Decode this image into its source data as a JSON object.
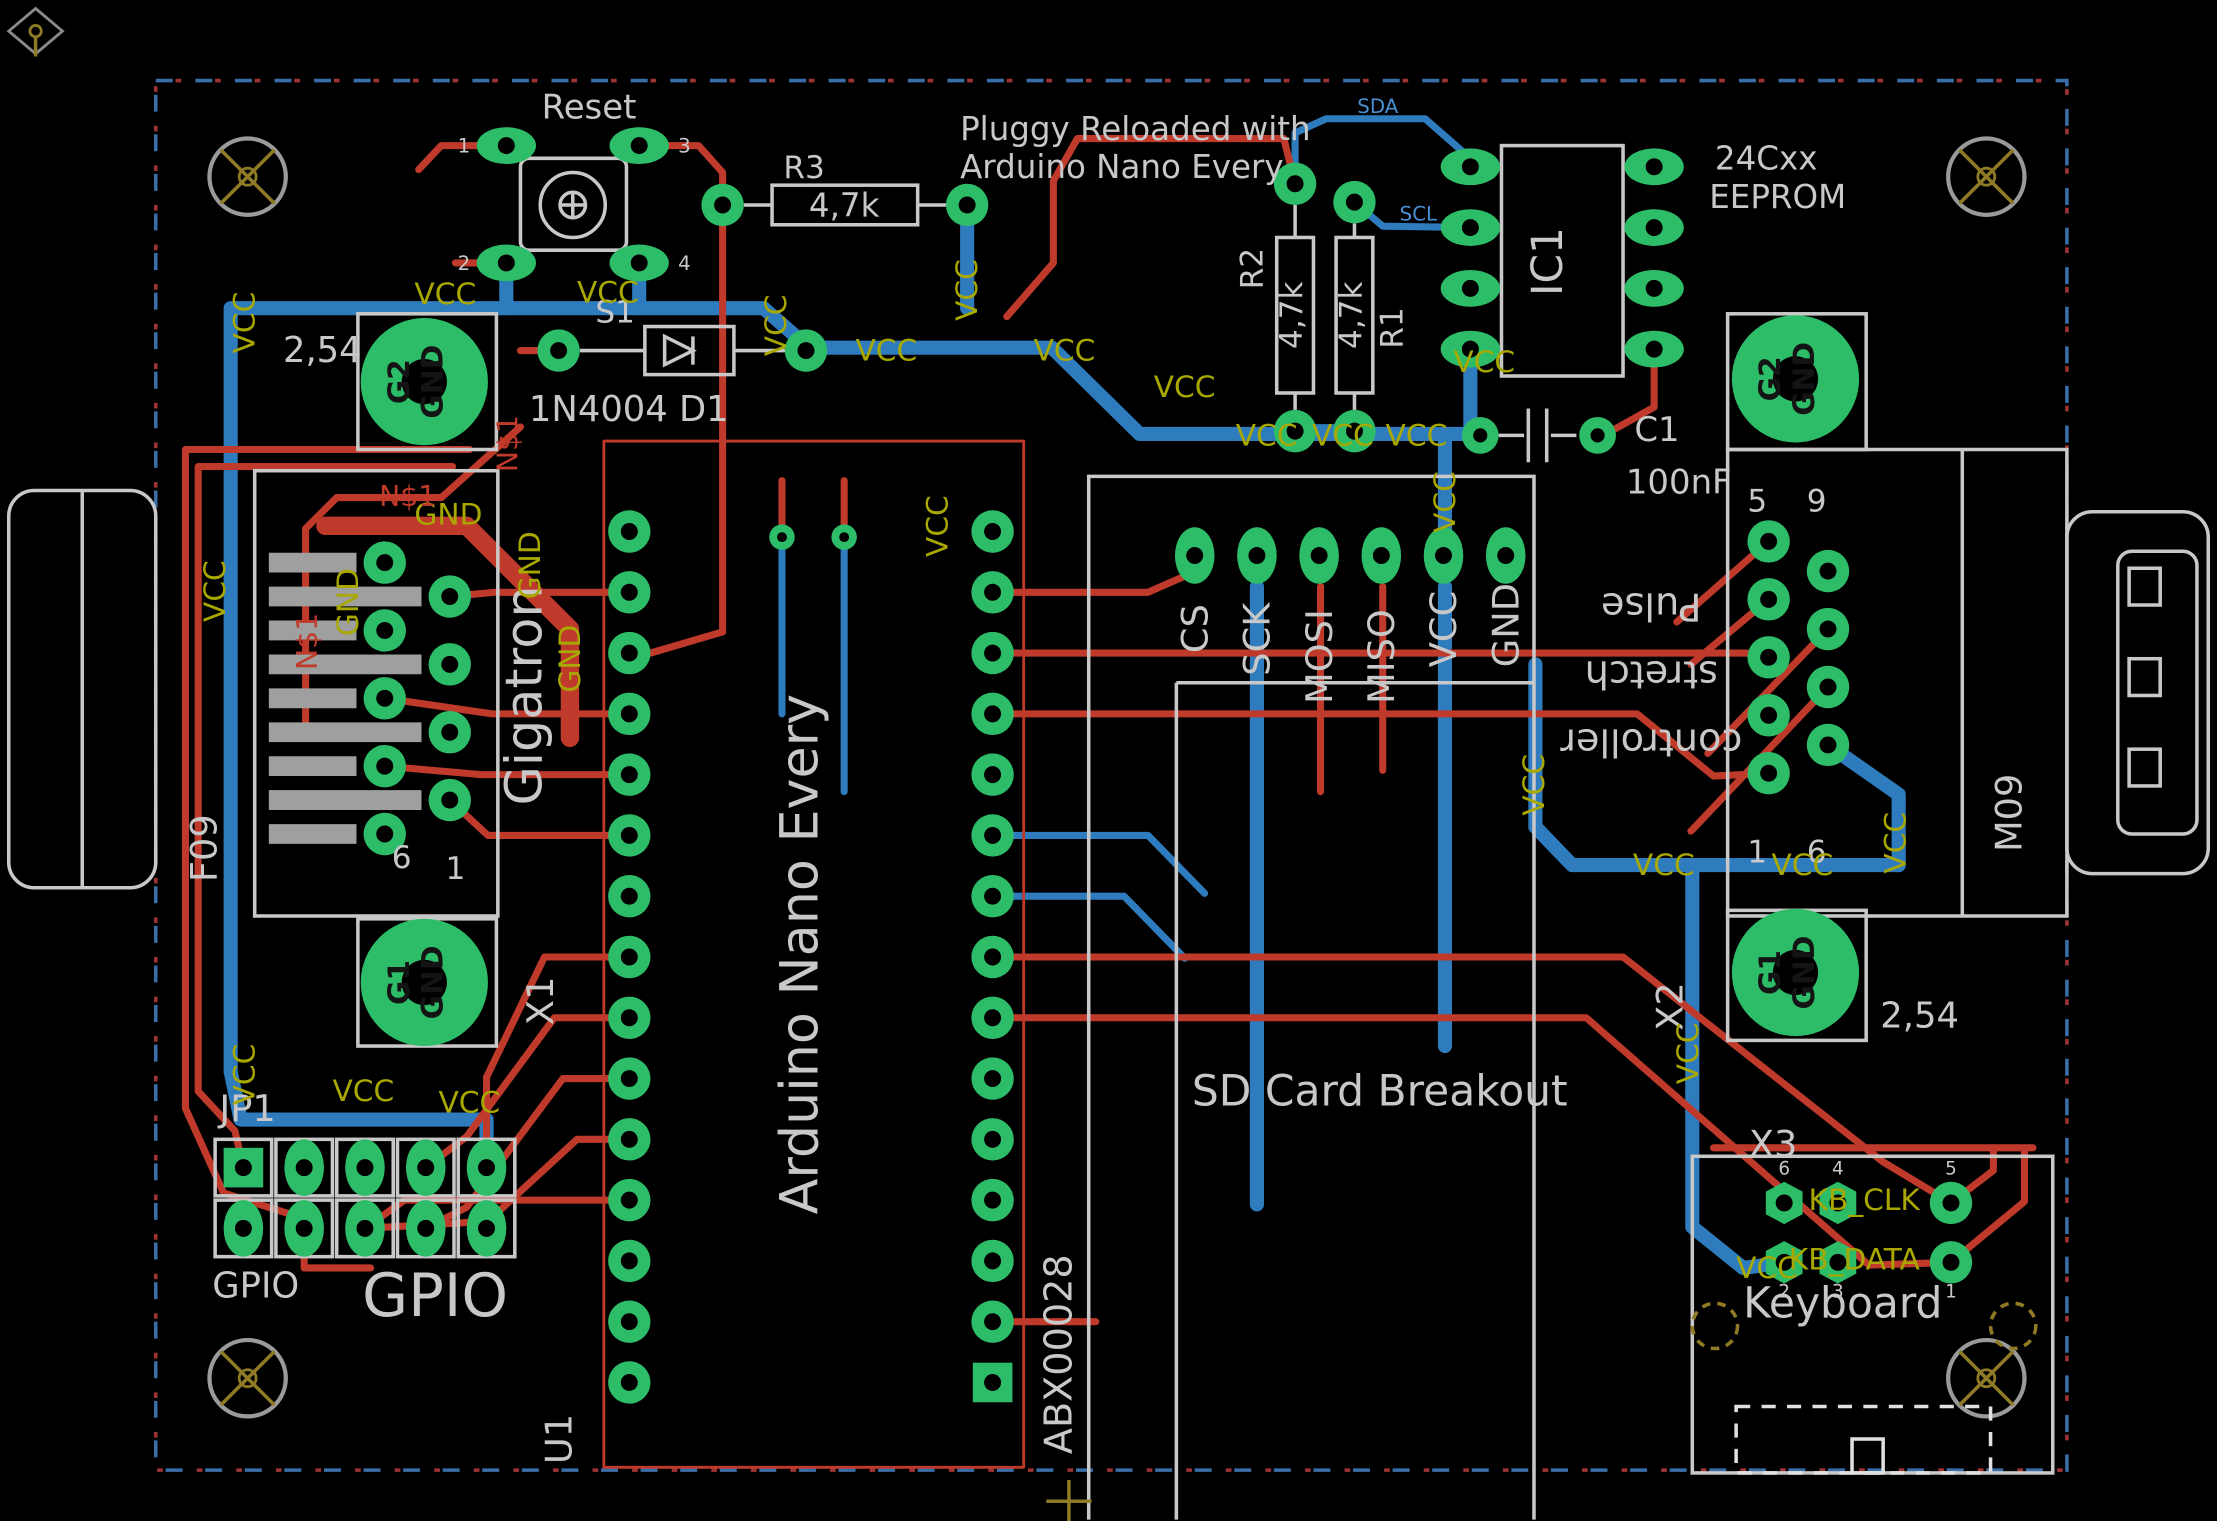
{
  "colors": {
    "copper-top": "#c03a2b",
    "copper-bottom": "#2e7cbe",
    "pad": "#2dbd68",
    "silk": "#c8c8c8",
    "silk-dim": "#9f9f9f",
    "net-label": "#a8a800",
    "keepout": "#8f7a26",
    "dim-blue": "#3a6ea8",
    "dim-red": "#a03434",
    "white": "#e0e0e0"
  },
  "nets": {
    "vcc": "VCC",
    "gnd": "GND",
    "n1": "N$1",
    "sda": "SDA",
    "scl": "SCL",
    "kb_clk": "KB_CLK",
    "kb_data": "KB_DATA"
  },
  "title": {
    "line1": "Pluggy Reloaded with",
    "line2": "Arduino Nano Every"
  },
  "components": {
    "s1": {
      "label": "Reset",
      "ref": "S1",
      "pad1": "1",
      "pad2": "2",
      "pad3": "3",
      "pad4": "4"
    },
    "r3": {
      "ref": "R3",
      "value": "4,7k"
    },
    "r2": {
      "ref": "R2",
      "value": "4,7k"
    },
    "r1": {
      "ref": "R1",
      "value": "4,7k"
    },
    "d1": {
      "label": "1N4004 D1"
    },
    "ic1": {
      "ref": "IC1",
      "desc1": "24Cxx",
      "desc2": "EEPROM"
    },
    "c1": {
      "ref": "C1",
      "value": "100nF"
    },
    "x1": {
      "ref": "X1",
      "label": "Gigatron",
      "package": "F09",
      "pitch": "2,54",
      "pin_row_a": "6",
      "pin_row_b": "1",
      "shield_top": "G2",
      "shield_bottom": "G1"
    },
    "x2": {
      "ref": "X2",
      "desc1": "Pulse",
      "desc2": "stretch",
      "desc3": "controller",
      "package": "M09",
      "pitch": "2,54",
      "pin_tl": "5",
      "pin_tr": "9",
      "pin_bl": "1",
      "pin_br": "6",
      "shield_top": "G2",
      "shield_bottom": "G1"
    },
    "u1": {
      "ref": "U1",
      "label": "Arduino Nano Every",
      "part": "ABX00028"
    },
    "sd": {
      "label": "SD Card Breakout",
      "pins": [
        "CS",
        "SCK",
        "MOSI",
        "MISO",
        "VCC",
        "GND"
      ]
    },
    "jp1": {
      "ref": "JP1",
      "name": "GPIO",
      "label": "GPIO"
    },
    "x3": {
      "ref": "X3",
      "label": "Keyboard",
      "p1": "1",
      "p2": "2",
      "p3": "3",
      "p4": "4",
      "p5": "5",
      "p6": "6"
    }
  }
}
